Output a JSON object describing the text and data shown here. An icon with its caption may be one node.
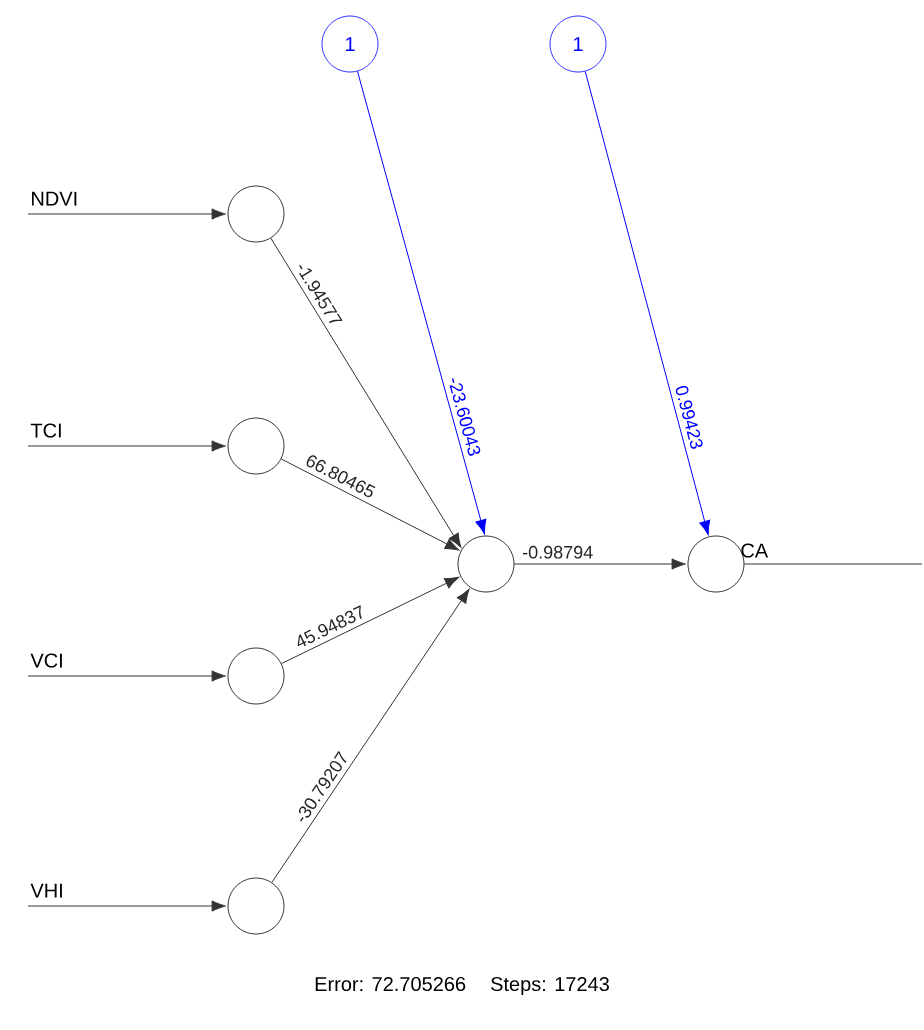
{
  "diagram": {
    "nodes": [
      {
        "text": [
          "NDVI"
        ]
      },
      {
        "text": [],
        "shape": "circle"
      },
      {
        "text": [
          "TCI"
        ]
      },
      {
        "text": [],
        "shape": "circle"
      },
      {
        "text": [
          "VCI"
        ]
      },
      {
        "text": [],
        "shape": "circle"
      },
      {
        "text": [
          "VHI"
        ]
      },
      {
        "text": [],
        "shape": "circle"
      },
      {
        "text": [
          "1"
        ]
      },
      {
        "text": [
          "1"
        ]
      },
      {
        "text": [],
        "shape": "circle"
      },
      {
        "text": [],
        "shape": "circle",
        "beside": [
          "CA"
        ]
      }
    ],
    "edges": [
      {
        "from": 0,
        "to": 1,
        "arrow": "to"
      },
      {
        "from": 2,
        "to": 3,
        "arrow": "to"
      },
      {
        "from": 4,
        "to": 5,
        "arrow": "to"
      },
      {
        "from": 6,
        "to": 7,
        "arrow": "to"
      },
      {
        "from": 1,
        "to": 10,
        "arrow": "to",
        "label": "-1.94577"
      },
      {
        "from": 3,
        "to": 10,
        "arrow": "to",
        "label": "66.80465"
      },
      {
        "from": 5,
        "to": 10,
        "arrow": "to",
        "label": "45.94837"
      },
      {
        "from": 7,
        "to": 10,
        "arrow": "to",
        "label": "-30.79207"
      },
      {
        "from": 8,
        "to": 10,
        "arrow": "to",
        "label": "-23.60043",
        "color": "#0000ff"
      },
      {
        "from": 10,
        "to": 11,
        "arrow": "to",
        "label": "-0.98794"
      },
      {
        "from": 9,
        "to": 11,
        "arrow": "to",
        "label": "0.99423",
        "color": "#0000ff"
      },
      {
        "from": 11,
        "to": null,
        "arrow": "none"
      }
    ],
    "labels": [
      "Error: 72.705266",
      "Steps: 17243"
    ]
  }
}
